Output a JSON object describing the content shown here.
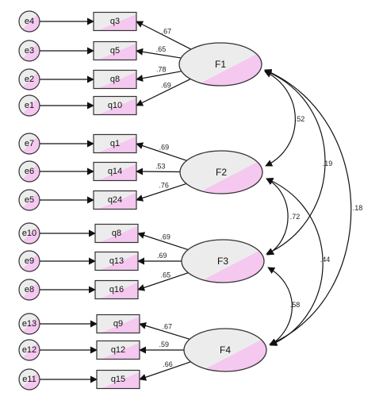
{
  "factors": [
    {
      "id": "F1",
      "label": "F1"
    },
    {
      "id": "F2",
      "label": "F2"
    },
    {
      "id": "F3",
      "label": "F3"
    },
    {
      "id": "F4",
      "label": "F4"
    }
  ],
  "indicators": [
    {
      "id": "q3",
      "label": "q3",
      "error": "e4",
      "factor": "F1",
      "loading": ".67"
    },
    {
      "id": "q5",
      "label": "q5",
      "error": "e3",
      "factor": "F1",
      "loading": ".65"
    },
    {
      "id": "q8a",
      "label": "q8",
      "error": "e2",
      "factor": "F1",
      "loading": ".78"
    },
    {
      "id": "q10",
      "label": "q10",
      "error": "e1",
      "factor": "F1",
      "loading": ".69"
    },
    {
      "id": "q1",
      "label": "q1",
      "error": "e7",
      "factor": "F2",
      "loading": ".69"
    },
    {
      "id": "q14",
      "label": "q14",
      "error": "e6",
      "factor": "F2",
      "loading": ".53"
    },
    {
      "id": "q24",
      "label": "q24",
      "error": "e5",
      "factor": "F2",
      "loading": ".76"
    },
    {
      "id": "q8b",
      "label": "q8",
      "error": "e10",
      "factor": "F3",
      "loading": ".69"
    },
    {
      "id": "q13",
      "label": "q13",
      "error": "e9",
      "factor": "F3",
      "loading": ".69"
    },
    {
      "id": "q16",
      "label": "q16",
      "error": "e8",
      "factor": "F3",
      "loading": ".65"
    },
    {
      "id": "q9",
      "label": "q9",
      "error": "e13",
      "factor": "F4",
      "loading": ".67"
    },
    {
      "id": "q12",
      "label": "q12",
      "error": "e12",
      "factor": "F4",
      "loading": ".59"
    },
    {
      "id": "q15",
      "label": "q15",
      "error": "e11",
      "factor": "F4",
      "loading": ".66"
    }
  ],
  "correlations": [
    {
      "from": "F1",
      "to": "F2",
      "value": ".52"
    },
    {
      "from": "F1",
      "to": "F3",
      "value": ".19"
    },
    {
      "from": "F1",
      "to": "F4",
      "value": ".18"
    },
    {
      "from": "F2",
      "to": "F3",
      "value": ".72"
    },
    {
      "from": "F2",
      "to": "F4",
      "value": ".44"
    },
    {
      "from": "F3",
      "to": "F4",
      "value": ".58"
    }
  ],
  "colors": {
    "fill": "#ececec",
    "accent": "#f5c8f0",
    "stroke": "#333333"
  }
}
